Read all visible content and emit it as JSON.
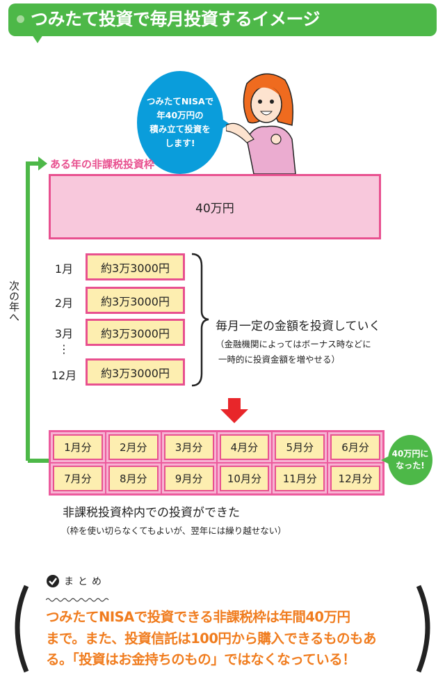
{
  "header": {
    "title": "つみたて投資で毎月投資するイメージ"
  },
  "speech": {
    "lines": [
      "つみたてNISAで",
      "年40万円の",
      "積み立て投資を",
      "します!"
    ]
  },
  "frame": {
    "label": "ある年の非課税投資枠",
    "amount": "40万円"
  },
  "next_year": "次の年へ",
  "monthly": [
    {
      "month": "1月",
      "amount": "約3万3000円"
    },
    {
      "month": "2月",
      "amount": "約3万3000円"
    },
    {
      "month": "3月",
      "amount": "約3万3000円"
    },
    {
      "month": "12月",
      "amount": "約3万3000円"
    }
  ],
  "ellipsis": "⋮",
  "description": {
    "main": "毎月一定の金額を投資していく",
    "sub1": "（金融機関によってはボーナス時などに",
    "sub2": "一時的に投資金額を増やせる）"
  },
  "grid": [
    "1月分",
    "2月分",
    "3月分",
    "4月分",
    "5月分",
    "6月分",
    "7月分",
    "8月分",
    "9月分",
    "10月分",
    "11月分",
    "12月分"
  ],
  "result_bubble": {
    "line1": "40万円に",
    "line2": "なった!"
  },
  "result": {
    "main": "非課税投資枠内での投資ができた",
    "sub": "（枠を使い切らなくてもよいが、翌年には繰り越せない）"
  },
  "summary": {
    "heading": "まとめ",
    "lines": [
      "つみたてNISAで投資できる非課税枠は年間40万円",
      "まで。また、投資信託は100円から購入できるものもあ",
      "る。「投資はお金持ちのもの」ではなくなっている！"
    ]
  },
  "colors": {
    "green": "#4db848",
    "pink": "#e8508f",
    "blue": "#0a9ddb",
    "orange": "#f07c1e",
    "yellow": "#fdeeb0",
    "red": "#e8262a"
  }
}
